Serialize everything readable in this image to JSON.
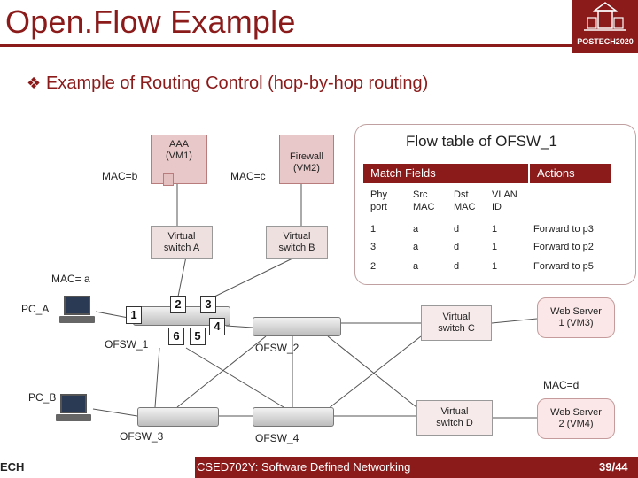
{
  "header": {
    "title": "Open.Flow Example",
    "logo_text": "POSTECH2020"
  },
  "subtitle": {
    "bullet": "❖",
    "text": "Example of Routing Control (hop-by-hop routing)"
  },
  "hosts": {
    "mac_b": "MAC=b",
    "mac_c": "MAC=c",
    "mac_a": "MAC= a",
    "mac_d": "MAC=d",
    "aaa": "AAA\n(VM1)",
    "firewall": "Firewall\n(VM2)",
    "vswitch_a": "Virtual\nswitch A",
    "vswitch_b": "Virtual\nswitch B",
    "vswitch_c": "Virtual\nswitch C",
    "vswitch_d": "Virtual\nswitch D",
    "web_server_1": "Web Server\n1 (VM3)",
    "web_server_2": "Web Server\n2 (VM4)",
    "pc_a": "PC_A",
    "pc_b": "PC_B"
  },
  "switches": {
    "ofsw_1": "OFSW_1",
    "ofsw_2": "OFSW_2",
    "ofsw_3": "OFSW_3",
    "ofsw_4": "OFSW_4"
  },
  "ports": [
    "1",
    "2",
    "3",
    "4",
    "6",
    "5"
  ],
  "flow_table": {
    "title": "Flow table of OFSW_1",
    "match_header": "Match Fields",
    "actions_header": "Actions",
    "columns": [
      "Phy\nport",
      "Src\nMAC",
      "Dst\nMAC",
      "VLAN\nID"
    ],
    "rows": [
      {
        "phy": "1",
        "src": "a",
        "dst": "d",
        "vlan": "1",
        "action": "Forward to p3"
      },
      {
        "phy": "3",
        "src": "a",
        "dst": "d",
        "vlan": "1",
        "action": "Forward to p2"
      },
      {
        "phy": "2",
        "src": "a",
        "dst": "d",
        "vlan": "1",
        "action": "Forward to p5"
      }
    ]
  },
  "footer": {
    "left": "ECH",
    "course": "CSED702Y: Software Defined Networking",
    "page": "39/44"
  },
  "colors": {
    "accent": "#8b1a1a",
    "vm_fill": "#e8c8c8",
    "link_line": "#555555"
  }
}
